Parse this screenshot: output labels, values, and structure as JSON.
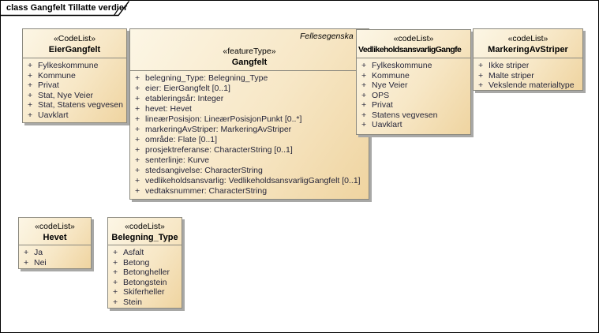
{
  "diagram": {
    "title": "class Gangfelt Tillatte verdier"
  },
  "colors": {
    "box_fill_light": "#FCF6E5",
    "box_fill_dark": "#EFD4A0",
    "box_border": "#8B897F",
    "box_shadow": "#A8A8A6",
    "attribute_text": "#26263A",
    "frame_border": "#000000"
  },
  "boxes": {
    "eier": {
      "stereotype": "«CodeList»",
      "name": "EierGangfelt",
      "items": [
        "Fylkeskommune",
        "Kommune",
        "Privat",
        "Stat, Nye Veier",
        "Stat, Statens vegvesen",
        "Uavklart"
      ]
    },
    "gangfelt": {
      "header_note": "Fellesegenska",
      "stereotype": "«featureType»",
      "name": "Gangfelt",
      "items": [
        "belegning_Type: Belegning_Type",
        "eier: EierGangfelt [0..1]",
        "etableringsår: Integer",
        "hevet: Hevet",
        "lineærPosisjon: LineærPosisjonPunkt [0..*]",
        "markeringAvStriper: MarkeringAvStriper",
        "område: Flate [0..1]",
        "prosjektreferanse: CharacterString [0..1]",
        "senterlinje: Kurve",
        "stedsangivelse: CharacterString",
        "vedlikeholdsansvarlig: VedlikeholdsansvarligGangfelt [0..1]",
        "vedtaksnummer: CharacterString"
      ]
    },
    "vedlikehold": {
      "stereotype": "«codeList»",
      "name": "VedlikeholdsansvarligGangfe",
      "items": [
        "Fylkeskommune",
        "Kommune",
        "Nye Veier",
        "OPS",
        "Privat",
        "Statens vegvesen",
        "Uavklart"
      ]
    },
    "markering": {
      "stereotype": "«codeList»",
      "name": "MarkeringAvStriper",
      "items": [
        "Ikke striper",
        "Malte striper",
        "Vekslende materialtype"
      ]
    },
    "hevet": {
      "stereotype": "«codeList»",
      "name": "Hevet",
      "items": [
        "Ja",
        "Nei"
      ]
    },
    "belegning": {
      "stereotype": "«codeList»",
      "name": "Belegning_Type",
      "items": [
        "Asfalt",
        "Betong",
        "Betongheller",
        "Betongstein",
        "Skiferheller",
        "Stein"
      ]
    }
  }
}
